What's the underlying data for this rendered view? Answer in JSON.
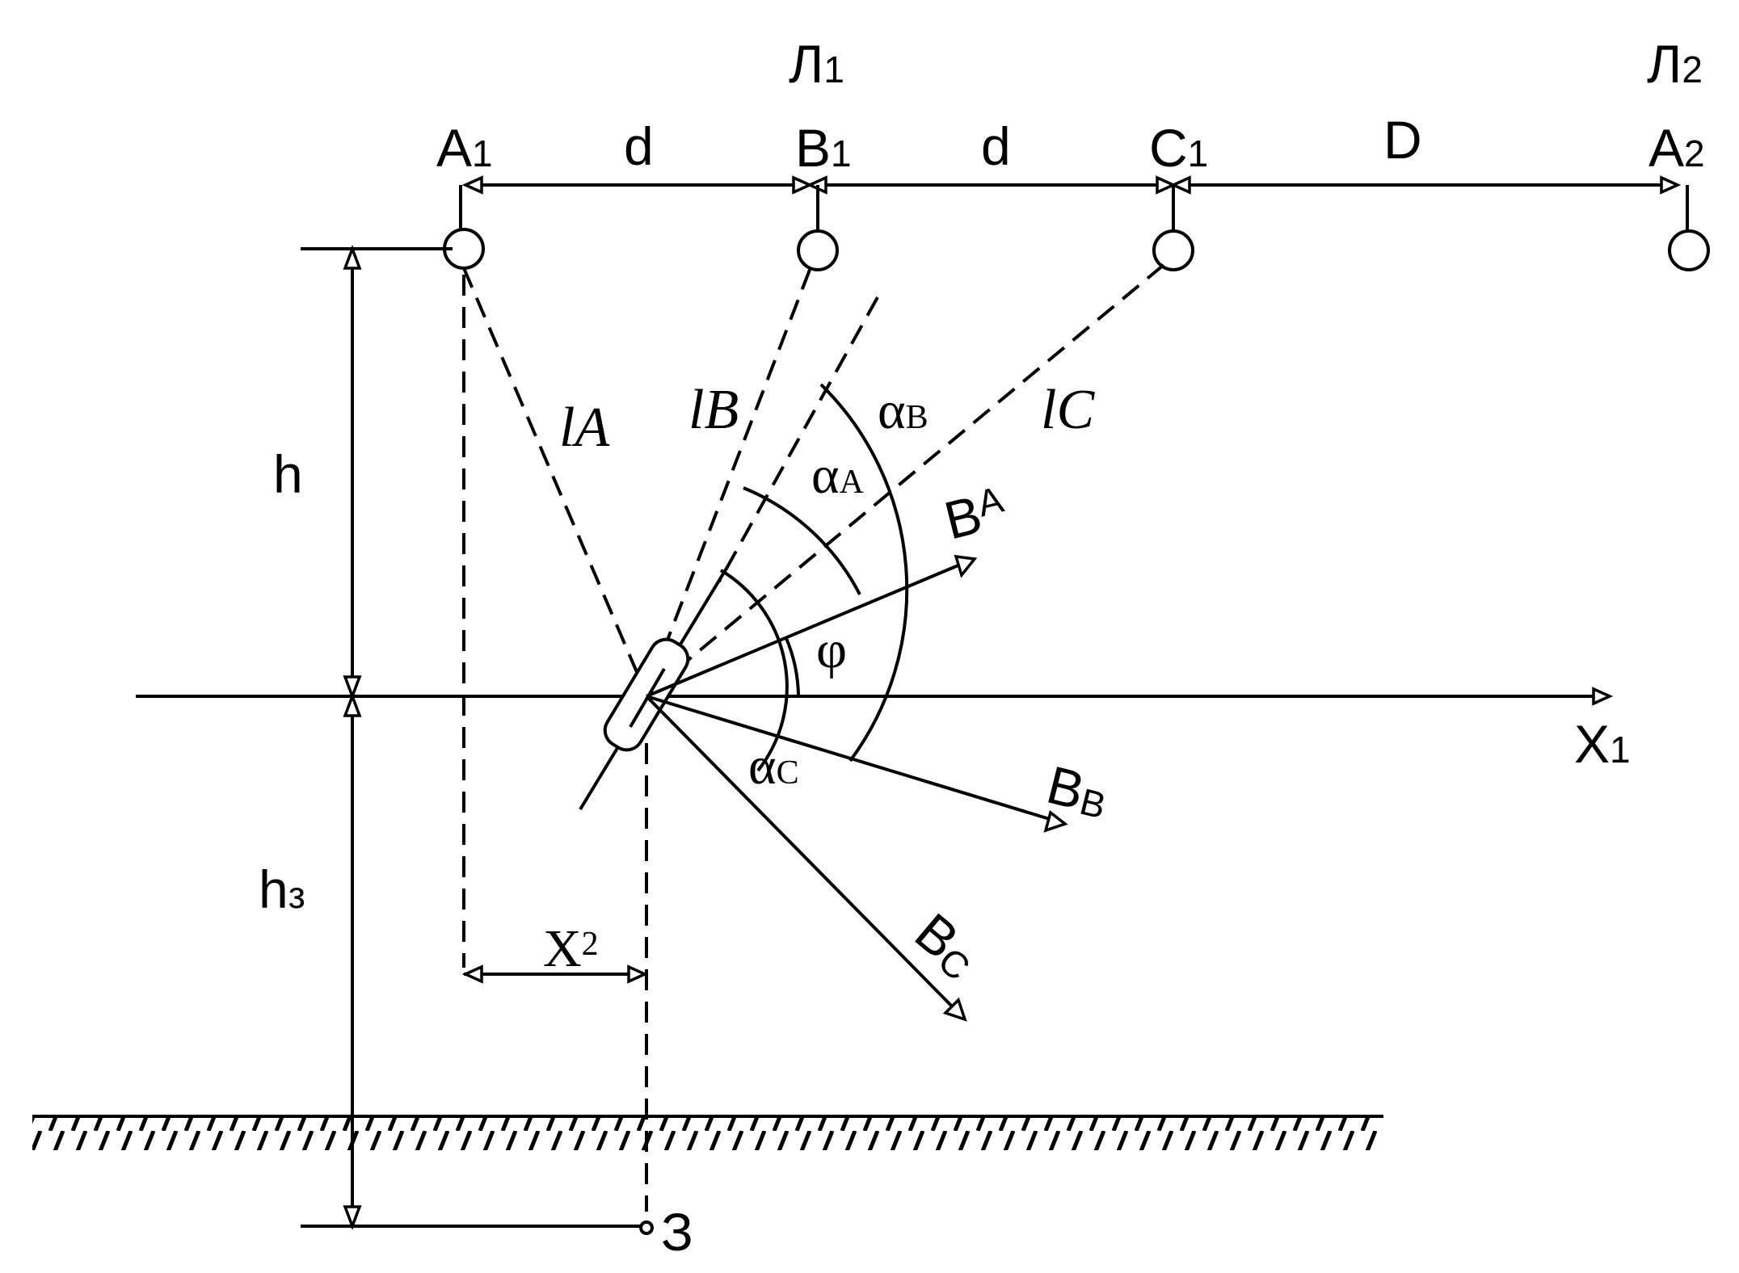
{
  "lines": {
    "line1": {
      "label": "Л",
      "sub": "1"
    },
    "line2": {
      "label": "Л",
      "sub": "2"
    }
  },
  "phases": {
    "a1": {
      "label": "А",
      "sub": "1"
    },
    "b1": {
      "label": "В",
      "sub": "1"
    },
    "c1": {
      "label": "С",
      "sub": "1"
    },
    "a2": {
      "label": "А",
      "sub": "2"
    }
  },
  "distances": {
    "d1": "d",
    "d2": "d",
    "D": "D",
    "h": "h",
    "h3": {
      "label": "h",
      "sub": "з"
    },
    "x2": {
      "label": "X",
      "sub": "2"
    },
    "x1": {
      "label": "X",
      "sub": "1"
    }
  },
  "paths": {
    "lA": {
      "label": "l",
      "sub": "A"
    },
    "lB": {
      "label": "l",
      "sub": "B"
    },
    "lC": {
      "label": "l",
      "sub": "C"
    }
  },
  "angles": {
    "alphaA": {
      "label": "α",
      "sub": "A"
    },
    "alphaB": {
      "label": "α",
      "sub": "B"
    },
    "alphaC": {
      "label": "α",
      "sub": "C"
    },
    "phi": "φ"
  },
  "vectors": {
    "BA": {
      "label": "B",
      "sub": "A"
    },
    "BB": {
      "label": "B",
      "sub": "B"
    },
    "BC": {
      "label": "B",
      "sub": "C"
    }
  },
  "ground_point": "З"
}
